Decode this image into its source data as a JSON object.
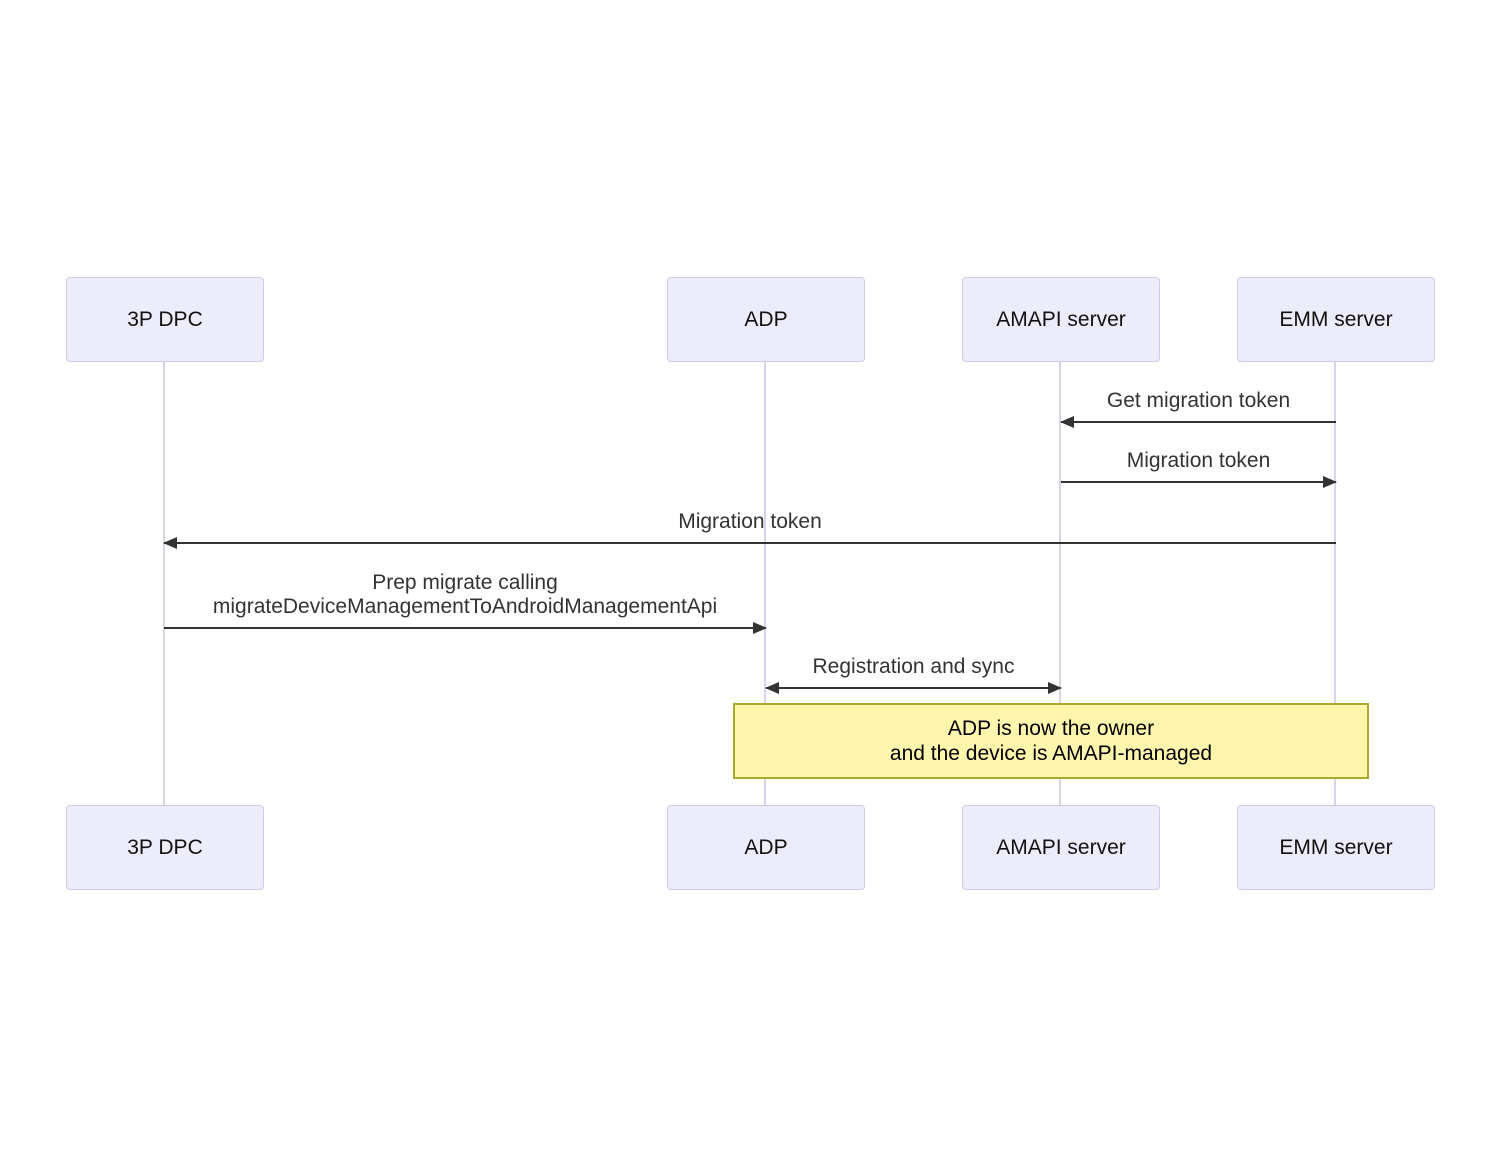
{
  "diagram": {
    "type": "sequence-diagram",
    "colors": {
      "background": "#ffffff",
      "actor_fill": "#ececfa",
      "actor_border": "#cfc9ec",
      "actor_text": "#111111",
      "lifeline": "#d9d3ee",
      "arrow": "#333333",
      "message_text": "#333333",
      "note_fill": "#fff5ad",
      "note_border": "#aaaa33",
      "note_text": "#000000"
    },
    "actors": [
      {
        "id": "3p-dpc",
        "label": "3P DPC"
      },
      {
        "id": "adp",
        "label": "ADP"
      },
      {
        "id": "amapi-server",
        "label": "AMAPI server"
      },
      {
        "id": "emm-server",
        "label": "EMM server"
      }
    ],
    "messages": [
      {
        "from": "EMM server",
        "to": "AMAPI server",
        "arrow": "left",
        "label": "Get migration token"
      },
      {
        "from": "AMAPI server",
        "to": "EMM server",
        "arrow": "right",
        "label": "Migration token"
      },
      {
        "from": "EMM server",
        "to": "3P DPC",
        "arrow": "left",
        "label": "Migration token"
      },
      {
        "from": "3P DPC",
        "to": "ADP",
        "arrow": "right",
        "lines": [
          "Prep migrate calling",
          "migrateDeviceManagementToAndroidManagementApi"
        ]
      },
      {
        "from": "ADP",
        "to": "AMAPI server",
        "arrow": "both",
        "label": "Registration and sync"
      }
    ],
    "note": {
      "over": [
        "ADP",
        "EMM server"
      ],
      "lines": [
        "ADP is now the owner",
        "and the device is AMAPI-managed"
      ]
    }
  }
}
